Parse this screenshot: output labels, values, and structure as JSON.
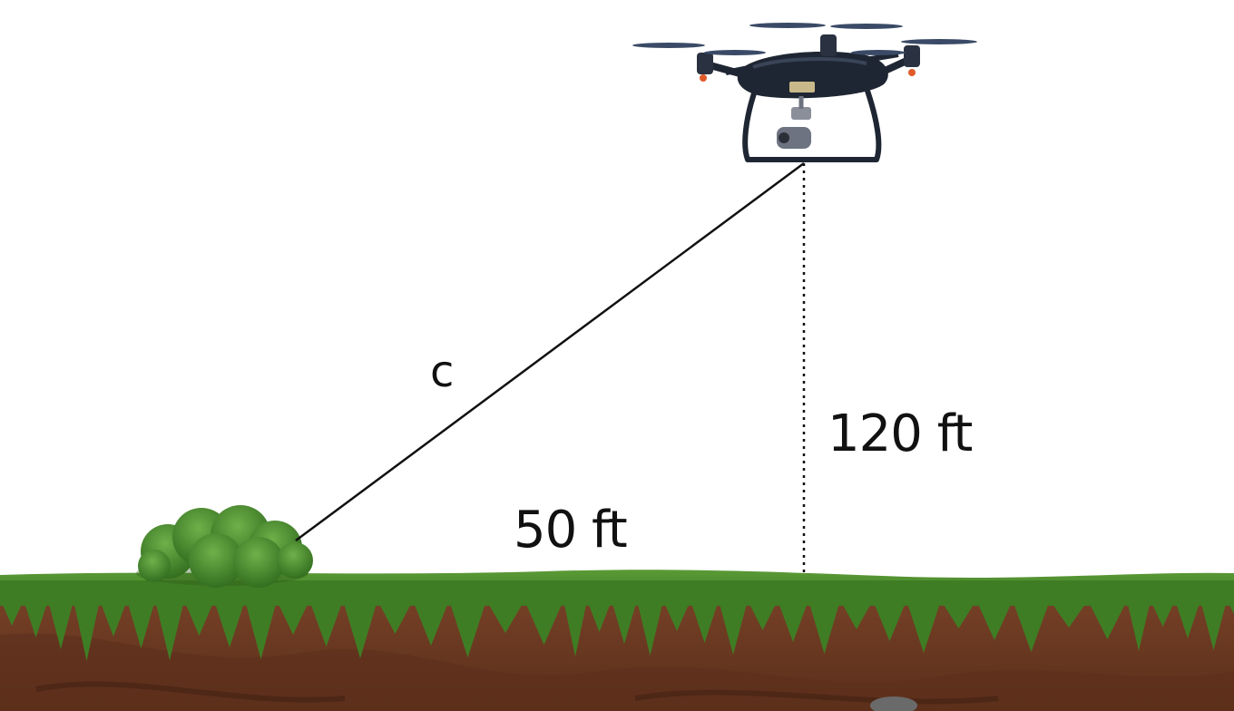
{
  "diagram": {
    "labels": {
      "hypotenuse": "c",
      "base": "50 ft",
      "height": "120 ft"
    }
  },
  "colors": {
    "background": "#ffffff",
    "grass": "#4a8a2a",
    "grass_dark": "#2f6a1c",
    "soil": "#6b3a22",
    "soil_dark": "#4a2414",
    "bush": "#4f8f30",
    "drone_body": "#1f2633",
    "line": "#111111"
  }
}
